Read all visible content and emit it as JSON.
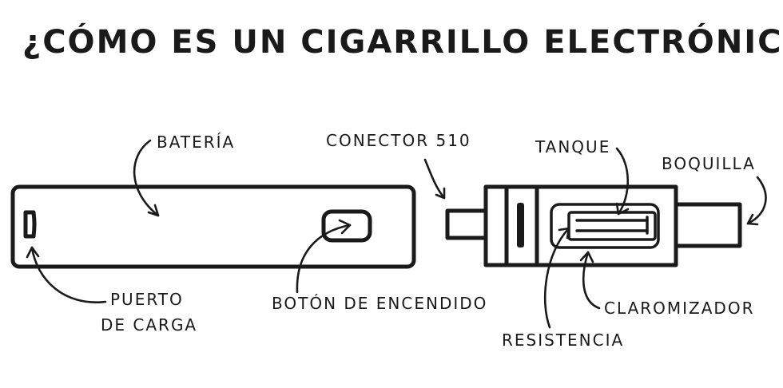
{
  "title": "¿CÓMO ES UN CIGARRILLO ELECTRÓNICO?",
  "labels": {
    "bateria": "BATERÍA",
    "conector": "CONECTOR 510",
    "tanque": "TANQUE",
    "boquilla": "BOQUILLA",
    "puerto_line1": "PUERTO",
    "puerto_line2": "DE CARGA",
    "boton": "BOTÓN DE ENCENDIDO",
    "claromizador": "CLAROMIZADOR",
    "resistencia": "RESISTENCIA"
  },
  "colors": {
    "ink": "#1a1a1a",
    "background": "#ffffff"
  }
}
